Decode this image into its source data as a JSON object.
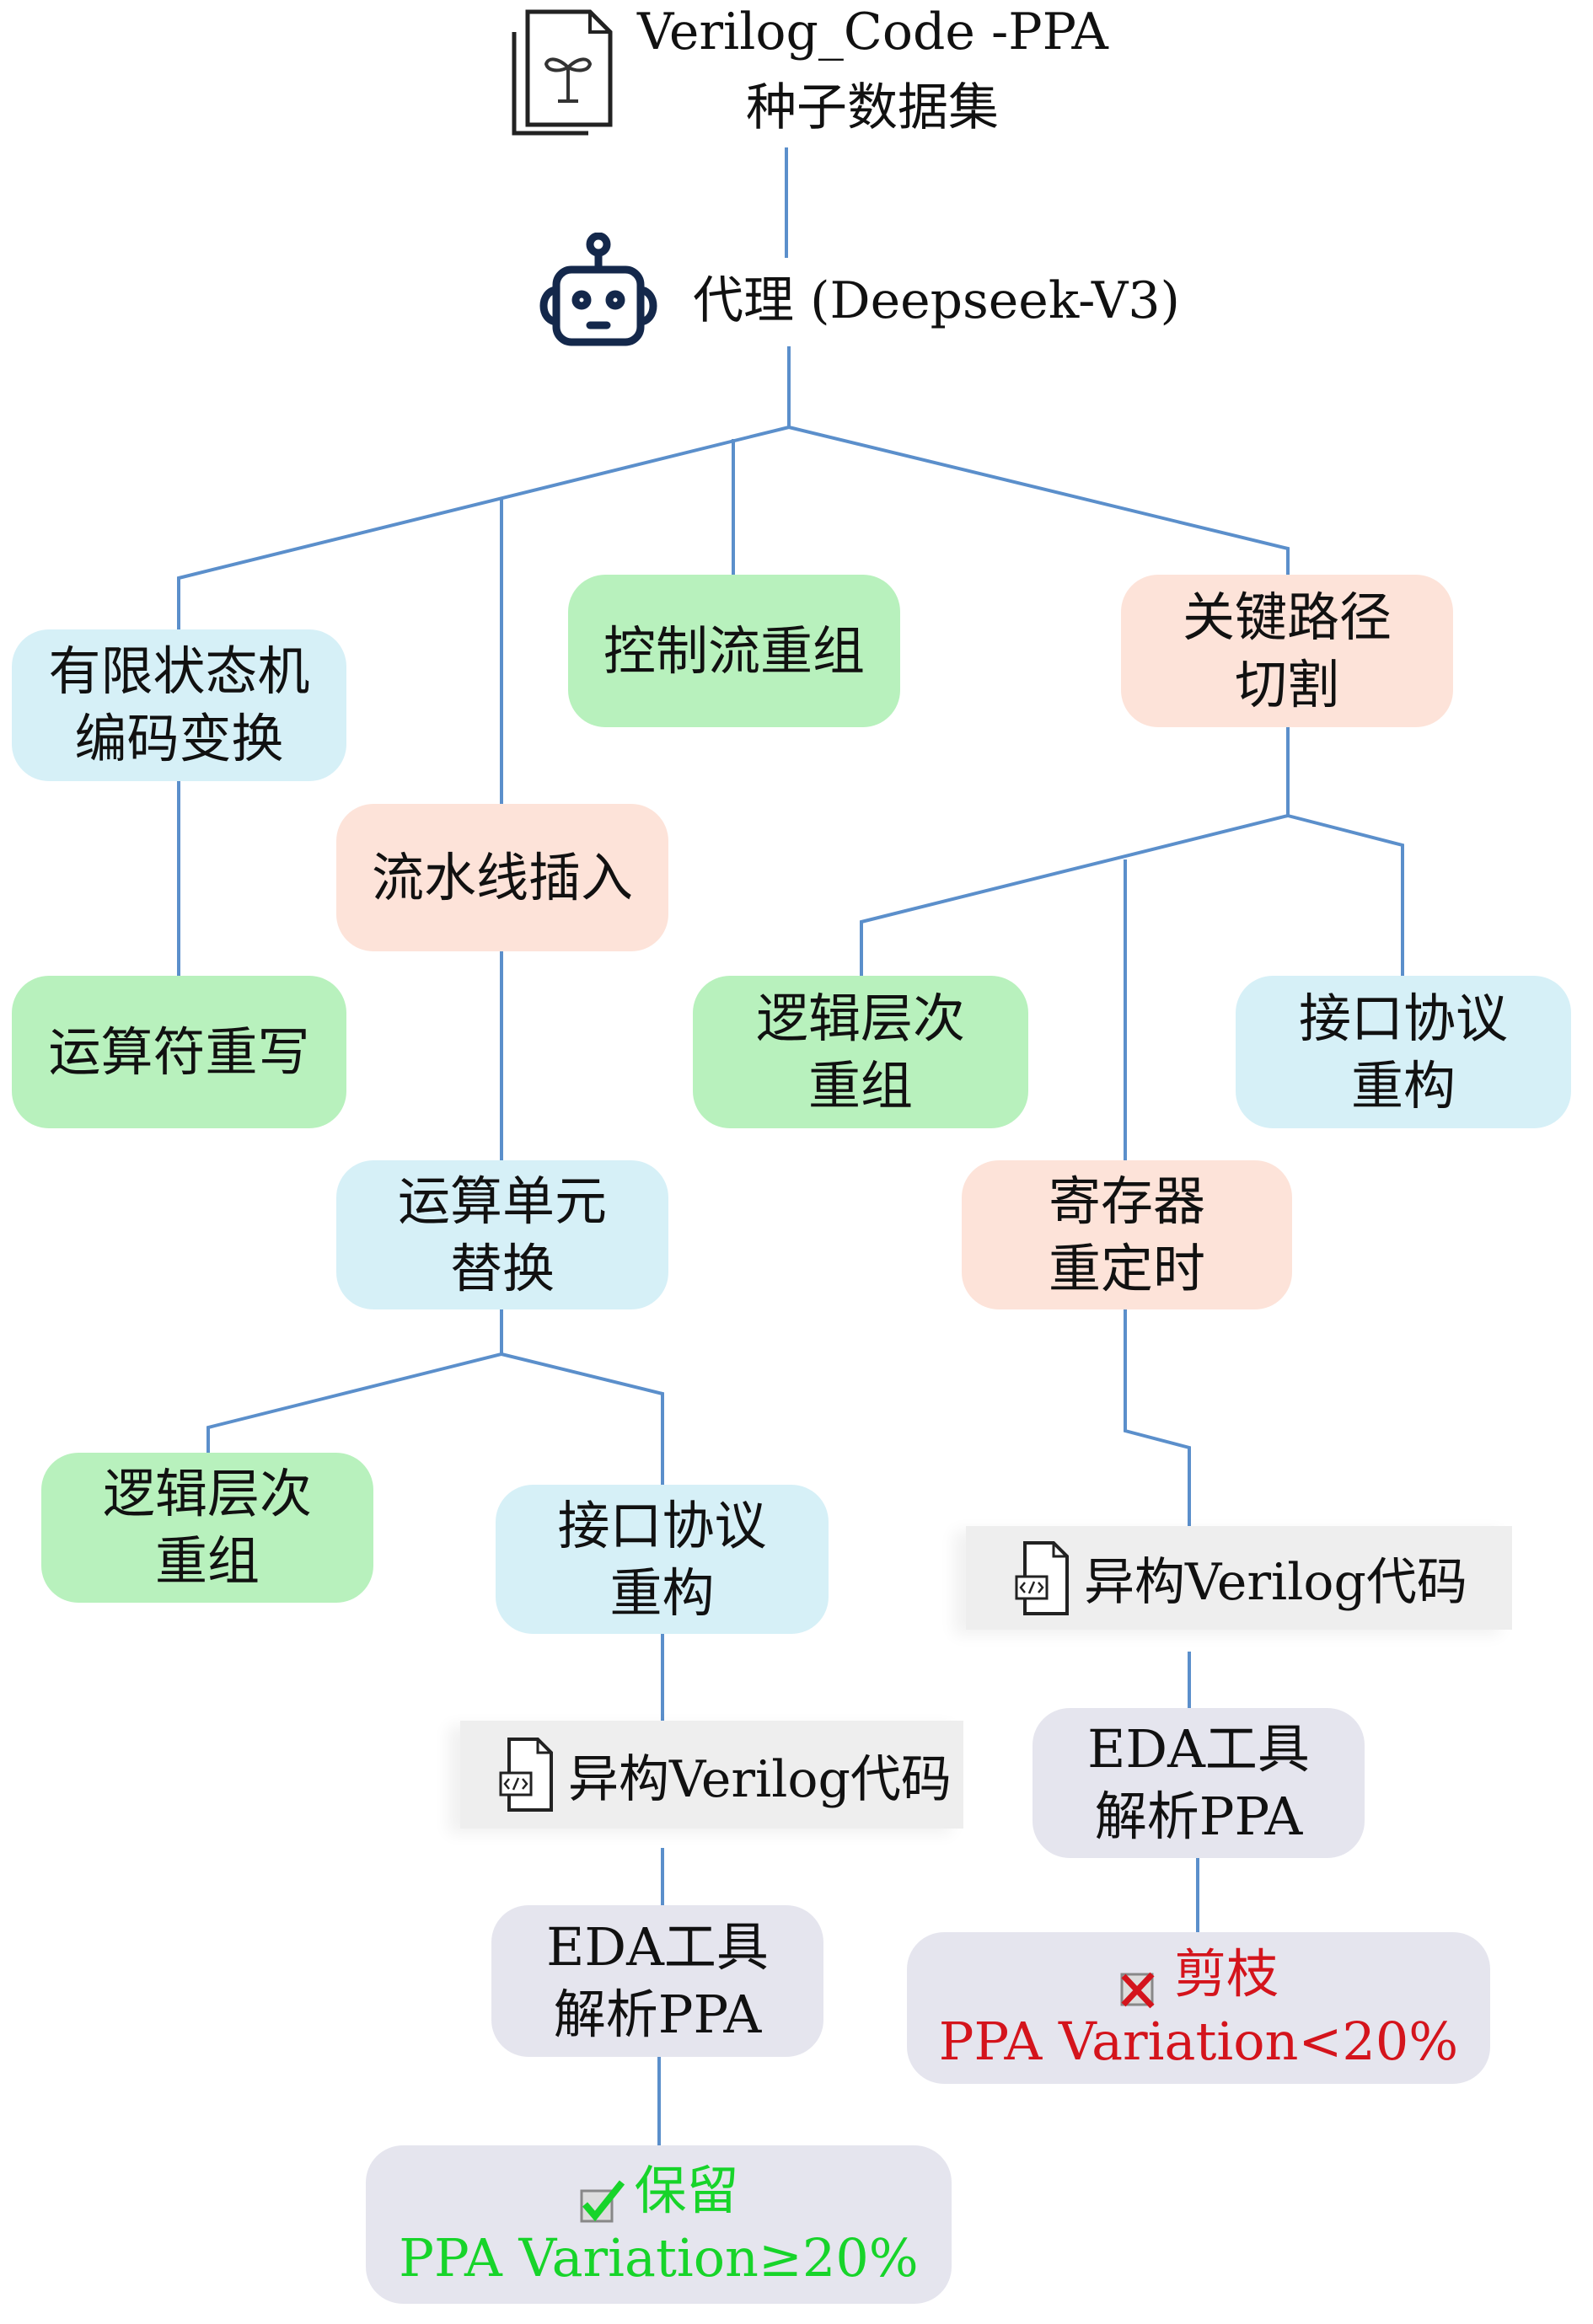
{
  "seed": {
    "title": "Verilog_Code -PPA",
    "subtitle": "种子数据集",
    "icon": "seed-dataset-icon"
  },
  "agent": {
    "label": "代理 (Deepseek-V3)",
    "icon": "robot-icon"
  },
  "colors": {
    "link": "#5b8fcb",
    "blue": "#d6f0f7",
    "green": "#b8f1bd",
    "peach": "#fde3d9",
    "lavender": "#e5e5ee",
    "code_bg": "#eeeeee",
    "reject": "#d4141c",
    "accept": "#17d42a",
    "robot": "#14284b"
  },
  "strategies": {
    "fsm": [
      "有限状态机",
      "编码变换"
    ],
    "control_flow": "控制流重组",
    "critical_path": [
      "关键路径",
      "切割"
    ],
    "pipeline": "流水线插入",
    "operator_rewrite": "运算符重写",
    "logic_regroup_right": [
      "逻辑层次",
      "重组"
    ],
    "interface_right": [
      "接口协议",
      "重构"
    ],
    "retiming": [
      "寄存器",
      "重定时"
    ],
    "unit_replace": [
      "运算单元",
      "替换"
    ],
    "logic_regroup_left": [
      "逻辑层次",
      "重组"
    ],
    "interface_left": [
      "接口协议",
      "重构"
    ]
  },
  "outputs": {
    "code_label": "异构Verilog代码",
    "eda": [
      "EDA工具",
      "解析PPA"
    ],
    "keep": {
      "label": "保留",
      "condition": "PPA Variation≥20%",
      "icon": "checkbox-checked-icon"
    },
    "prune": {
      "label": "剪枝",
      "condition": "PPA Variation<20%",
      "icon": "checkbox-cross-icon"
    }
  }
}
